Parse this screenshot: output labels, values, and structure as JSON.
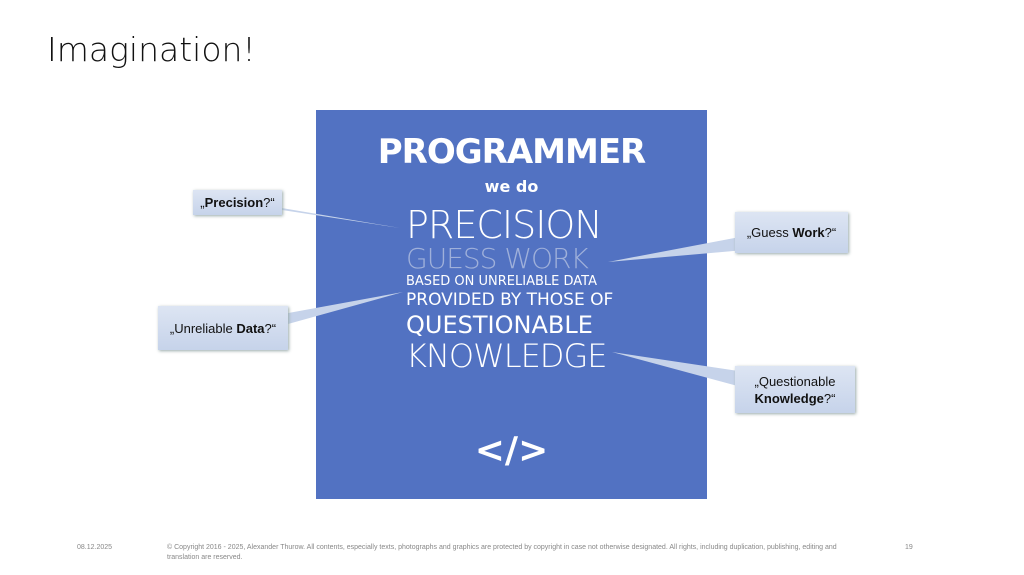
{
  "slide": {
    "title": "Imagination!"
  },
  "poster": {
    "heading": "PROGRAMMER",
    "subheading": "we do",
    "line1": "PRECISION",
    "line2": "GUESS WORK",
    "line3": "BASED ON UNRELIABLE DATA",
    "line4": "PROVIDED BY THOSE OF",
    "line5": "QUESTIONABLE",
    "line6": "KNOWLEDGE",
    "code_symbol": "</>"
  },
  "callouts": {
    "precision": {
      "pre": "„",
      "bold": "Precision",
      "post": "?“"
    },
    "unreliable": {
      "pre": "„Unreliable ",
      "bold": "Data",
      "post": "?“"
    },
    "guess": {
      "pre": "„Guess ",
      "bold": "Work",
      "post": "?“"
    },
    "questionable": {
      "pre": "„Questionable",
      "bold": "Knowledge",
      "post": "?“"
    }
  },
  "footer": {
    "date": "08.12.2025",
    "copyright": "© Copyright 2016 - 2025, Alexander Thurow. All contents, especially texts, photographs and graphics are protected by copyright in case not otherwise designated. All rights, including duplication, publishing, editing and translation are reserved.",
    "page": "19"
  }
}
